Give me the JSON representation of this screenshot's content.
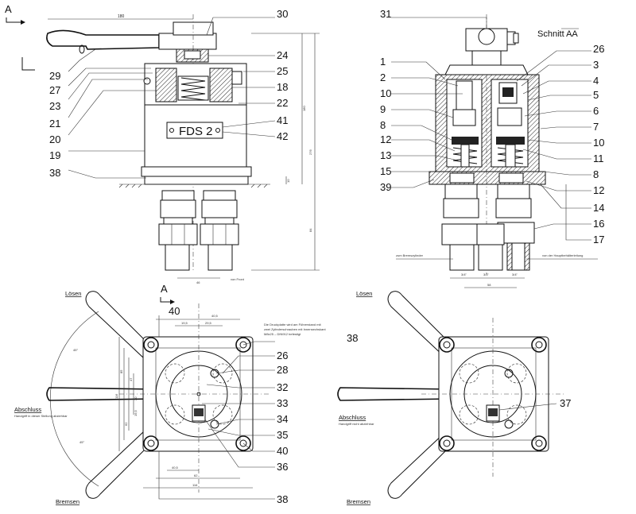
{
  "title": "Schnitt AA",
  "section_mark": "A",
  "nameplate": "FDS 2",
  "callouts_front_left": [
    "29",
    "27",
    "23",
    "21",
    "20",
    "19",
    "38"
  ],
  "callouts_front_right": [
    "30",
    "24",
    "25",
    "18",
    "22",
    "41",
    "42"
  ],
  "callouts_section_top": "31",
  "callouts_section_left": [
    "1",
    "2",
    "10",
    "9",
    "8",
    "12",
    "13",
    "15",
    "39"
  ],
  "callouts_section_right": [
    "26",
    "3",
    "4",
    "5",
    "6",
    "7",
    "10",
    "11",
    "8",
    "12",
    "14",
    "16",
    "17"
  ],
  "callouts_plan_top": "40",
  "callouts_plan_right": [
    "38",
    "26",
    "28",
    "32",
    "33",
    "34",
    "35",
    "40",
    "36"
  ],
  "callouts_plan_bottom": "38",
  "callout_plan2_right": "37",
  "dims": {
    "front_top": "180",
    "front_height_total": "276",
    "front_height_body": "180",
    "front_height_lower": "84",
    "front_height_small": "10",
    "front_bottom": "46",
    "plan_a": "19,5",
    "plan_b": "29,5",
    "plan_c": "40,5",
    "plan_d": "40,5",
    "plan_e": "62",
    "plan_f": "116",
    "plan_left1": "116",
    "plan_left2": "85",
    "plan_left3": "62",
    "plan_left4": "47",
    "plan_left5": "20",
    "plan_left6": "19,5",
    "section_bottom": "58",
    "pipe1": "3/4\"",
    "pipe2": "3/4\"",
    "pipe3": "3/4\"",
    "arc_angle1": "45°",
    "arc_angle2": "45°"
  },
  "labels": {
    "release": "Lösen",
    "brake": "Bremsen",
    "shutoff": "Abschluss",
    "shutoff_note1": "Handgriff in dieser Stellung abziehbar",
    "shutoff_note2": "Handgriff nicht abziehbar",
    "release2": "Lösen",
    "brake2": "Bremsen",
    "shutoff2": "Abschluss",
    "to_cylinder": "zum Bremszylinder",
    "from_main": "von der Hauptbehälterleitung",
    "from_front": "von Front",
    "note_line1": "Die Druckplatte wird am Führerstand mit",
    "note_line2": "zwei Zylinderschrauben mit Innensechskant",
    "note_line3": "M8x25 – DIN912 befestigt"
  },
  "colors": {
    "line": "#111111",
    "background": "#ffffff"
  }
}
